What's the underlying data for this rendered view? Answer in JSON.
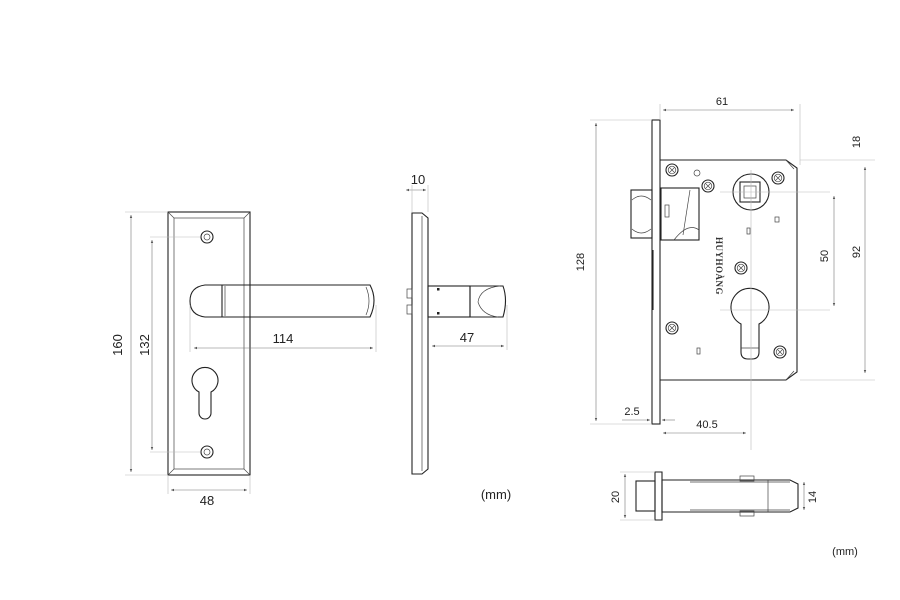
{
  "units": "(mm)",
  "handle_views": {
    "dims": {
      "plate_height": "160",
      "screw_spacing": "132",
      "handle_length": "114",
      "plate_width": "48",
      "plate_thickness": "10",
      "handle_projection": "47"
    },
    "units_label": "(mm)"
  },
  "mortise_views": {
    "dims": {
      "body_depth": "61",
      "top_offset": "18",
      "faceplate_height": "128",
      "spindle_to_cylinder": "50",
      "body_height": "92",
      "faceplate_thickness": "2.5",
      "backset": "40.5",
      "faceplate_width": "20",
      "body_width": "14"
    },
    "logo_text": "HUYHOÀNG",
    "units_label": "(mm)"
  }
}
